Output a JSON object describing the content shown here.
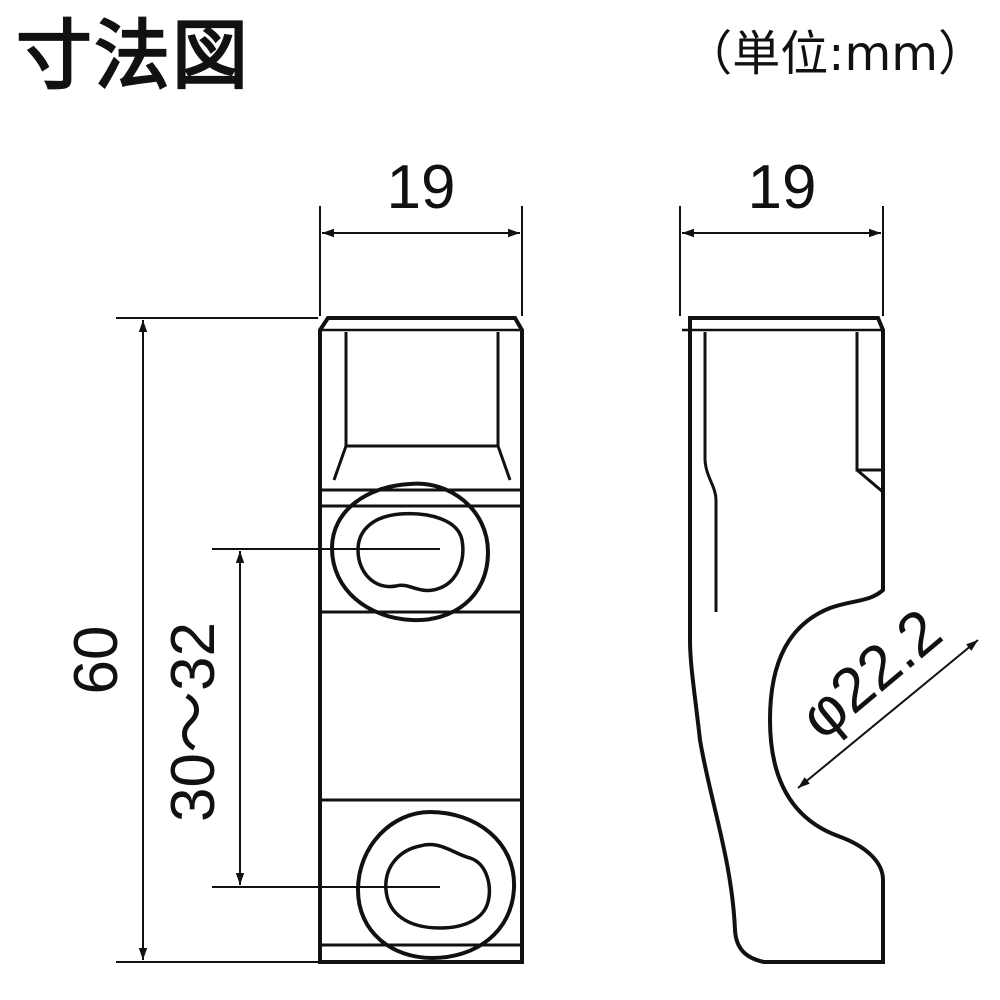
{
  "header": {
    "title": "寸法図",
    "unit": "（単位:mm）"
  },
  "dimensions": {
    "front_width": "19",
    "side_width": "19",
    "height": "60",
    "hole_pitch": "30～32",
    "clamp_diameter": "φ22.2"
  },
  "colors": {
    "line": "#111111",
    "background": "#ffffff"
  }
}
